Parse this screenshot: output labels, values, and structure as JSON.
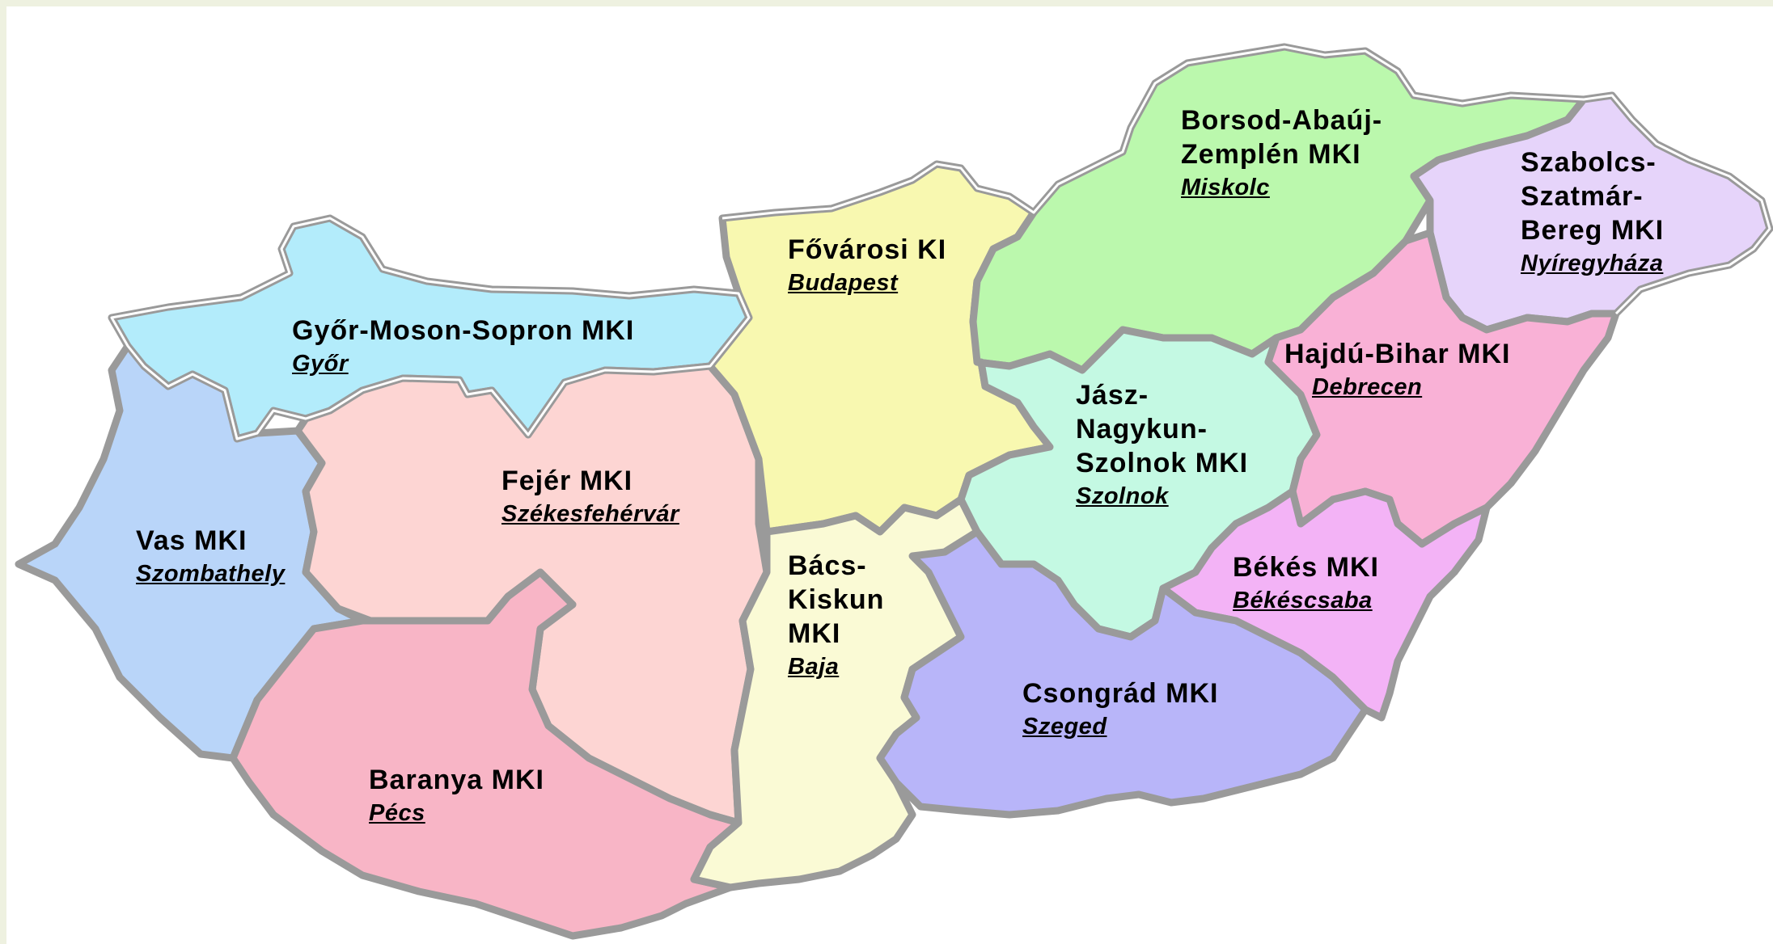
{
  "regions": [
    {
      "id": "gyor",
      "name": [
        "Győr-Moson-Sopron MKI"
      ],
      "city": "Győr",
      "color": "#b3ecfb"
    },
    {
      "id": "vas",
      "name": [
        "Vas MKI"
      ],
      "city": "Szombathely",
      "color": "#b9d5f9"
    },
    {
      "id": "fejer",
      "name": [
        "Fejér MKI"
      ],
      "city": "Székesfehérvár",
      "color": "#fdd5d3"
    },
    {
      "id": "baranya",
      "name": [
        "Baranya MKI"
      ],
      "city": "Pécs",
      "color": "#f8b5c6"
    },
    {
      "id": "budapest",
      "name": [
        "Fővárosi KI"
      ],
      "city": "Budapest",
      "color": "#f8f8b0"
    },
    {
      "id": "bacs",
      "name": [
        "Bács-",
        "Kiskun",
        "MKI"
      ],
      "city": "Baja",
      "color": "#fafad5"
    },
    {
      "id": "borsod",
      "name": [
        "Borsod-Abaúj-",
        "Zemplén MKI"
      ],
      "city": "Miskolc",
      "color": "#bbf8ad"
    },
    {
      "id": "szabolcs",
      "name": [
        "Szabolcs-",
        "Szatmár-",
        "Bereg MKI"
      ],
      "city": "Nyíregyháza",
      "color": "#e6d4fa"
    },
    {
      "id": "jasz",
      "name": [
        "Jász-",
        "Nagykun-",
        "Szolnok MKI"
      ],
      "city": "Szolnok",
      "color": "#c4f9e3"
    },
    {
      "id": "hajdu",
      "name": [
        "Hajdú-Bihar MKI"
      ],
      "city": "Debrecen",
      "color": "#f9b1d6"
    },
    {
      "id": "bekes",
      "name": [
        "Békés MKI"
      ],
      "city": "Békéscsaba",
      "color": "#f3b3f6"
    },
    {
      "id": "csongrad",
      "name": [
        "Csongrád MKI"
      ],
      "city": "Szeged",
      "color": "#b8b5f9"
    }
  ]
}
